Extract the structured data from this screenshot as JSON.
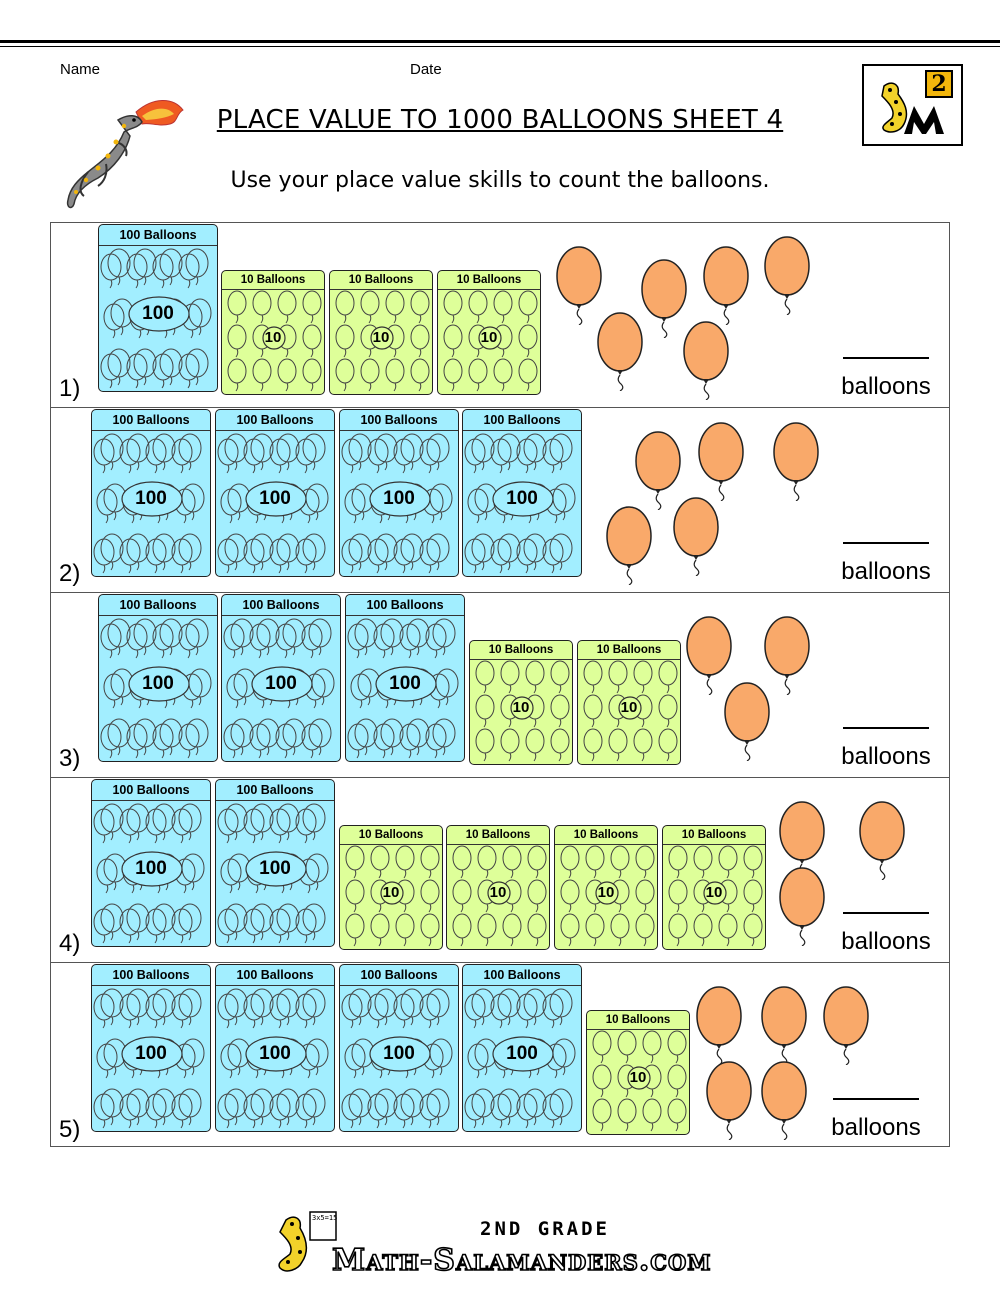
{
  "header": {
    "name_label": "Name",
    "date_label": "Date",
    "title": "PLACE VALUE TO 1000 BALLOONS SHEET 4",
    "instructions": "Use your place value skills to count the balloons.",
    "grade_badge": "2"
  },
  "blocks": {
    "hundred_label": "100 Balloons",
    "hundred_value": "100",
    "ten_label": "10 Balloons",
    "ten_value": "10"
  },
  "answer_unit": "balloons",
  "questions": [
    {
      "number": "1)",
      "hundreds": 1,
      "tens": 3,
      "ones": 6
    },
    {
      "number": "2)",
      "hundreds": 4,
      "tens": 0,
      "ones": 5
    },
    {
      "number": "3)",
      "hundreds": 3,
      "tens": 2,
      "ones": 3
    },
    {
      "number": "4)",
      "hundreds": 2,
      "tens": 4,
      "ones": 3
    },
    {
      "number": "5)",
      "hundreds": 4,
      "tens": 1,
      "ones": 5
    }
  ],
  "colors": {
    "hundred_block": "#a2eeff",
    "ten_block": "#deff99",
    "balloon": "#f9a96a",
    "logo_accent": "#f2b60c"
  },
  "icons": {
    "header_mascot": "fire-breathing-salamander-icon",
    "logo": "math-salamanders-grade-logo-icon",
    "footer_mascot": "salamander-with-board-icon"
  },
  "footer": {
    "grade_text": "2ND GRADE",
    "site_text": "Math-Salamanders.com",
    "board_text": "3x5=15"
  }
}
